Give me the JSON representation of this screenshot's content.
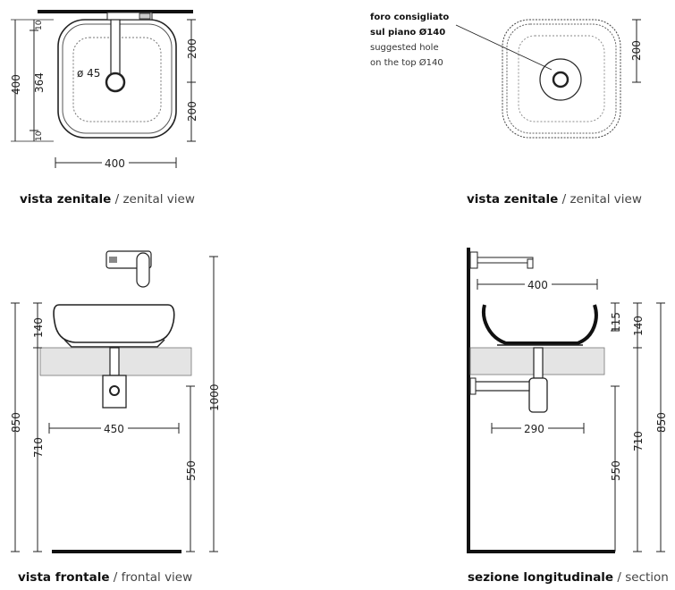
{
  "captions": {
    "top_left": {
      "bold": "vista zenitale",
      "sep": " / ",
      "light": "zenital view"
    },
    "top_right": {
      "bold": "vista zenitale",
      "sep": " / ",
      "light": "zenital view"
    },
    "bottom_left": {
      "bold": "vista frontale",
      "sep": " / ",
      "light": "frontal view"
    },
    "bottom_right": {
      "bold": "sezione longitudinale",
      "sep": " / ",
      "light": "section"
    }
  },
  "top_left": {
    "dims": {
      "overall_depth": "400",
      "inner_depth": "364",
      "rim_top": "10",
      "rim_bottom": "10",
      "half_top": "200",
      "half_bottom": "200",
      "width": "400",
      "hole": "ø 45"
    }
  },
  "top_right": {
    "note": {
      "line1": "foro consigliato",
      "line2": "sul piano Ø140",
      "line3": "suggested hole",
      "line4": "on the top Ø140"
    },
    "dims": {
      "half": "200"
    }
  },
  "bottom_left": {
    "dims": {
      "basin_height": "140",
      "total_height": "850",
      "top_height": "710",
      "width": "450",
      "drain_height": "550",
      "tap_height": "1000"
    }
  },
  "bottom_right": {
    "dims": {
      "width": "400",
      "depth_115": "115",
      "basin_height": "140",
      "drain_width": "290",
      "drain_height": "550",
      "top_height": "710",
      "total_height": "850"
    }
  }
}
